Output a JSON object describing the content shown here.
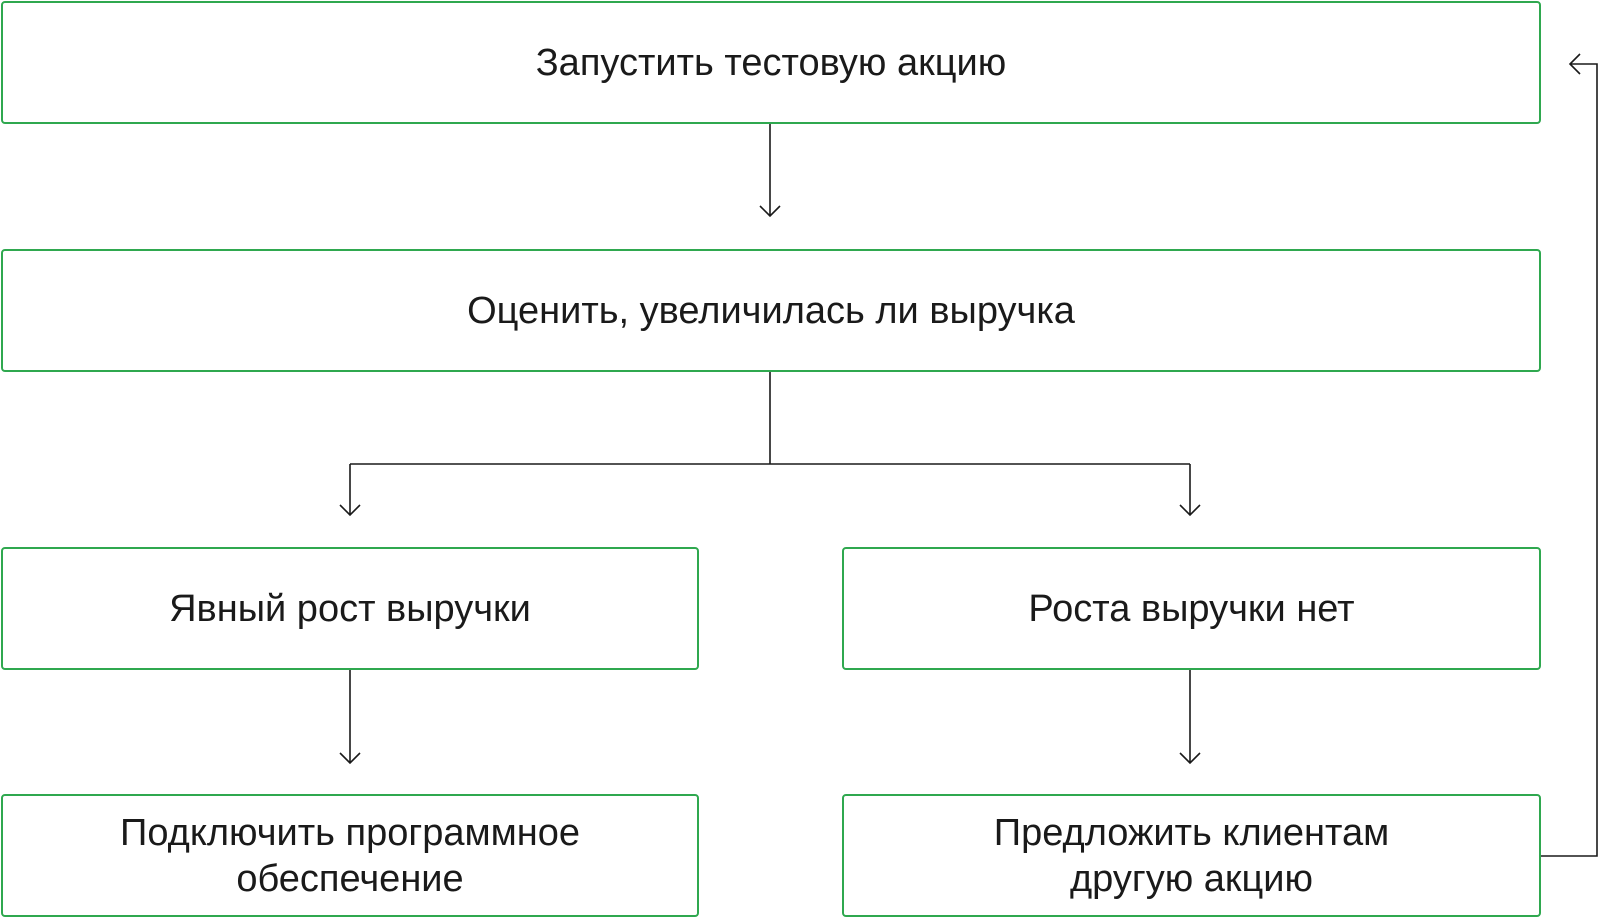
{
  "diagram": {
    "nodes": [
      {
        "id": "start",
        "text": "Запустить тестовую акцию"
      },
      {
        "id": "evaluate",
        "text": "Оценить, увеличилась ли выручка"
      },
      {
        "id": "growth",
        "text": "Явный рост выручки"
      },
      {
        "id": "no_growth",
        "text": "Роста выручки нет"
      },
      {
        "id": "software",
        "text": "Подключить программное обеспечение"
      },
      {
        "id": "other_promo",
        "text": "Предложить клиентам другую акцию"
      }
    ],
    "edges": [
      {
        "from": "start",
        "to": "evaluate"
      },
      {
        "from": "evaluate",
        "to": "growth"
      },
      {
        "from": "evaluate",
        "to": "no_growth"
      },
      {
        "from": "growth",
        "to": "software"
      },
      {
        "from": "no_growth",
        "to": "other_promo"
      },
      {
        "from": "other_promo",
        "to": "start"
      }
    ],
    "colors": {
      "border": "#2fa84f",
      "line": "#1a1a1a"
    }
  }
}
